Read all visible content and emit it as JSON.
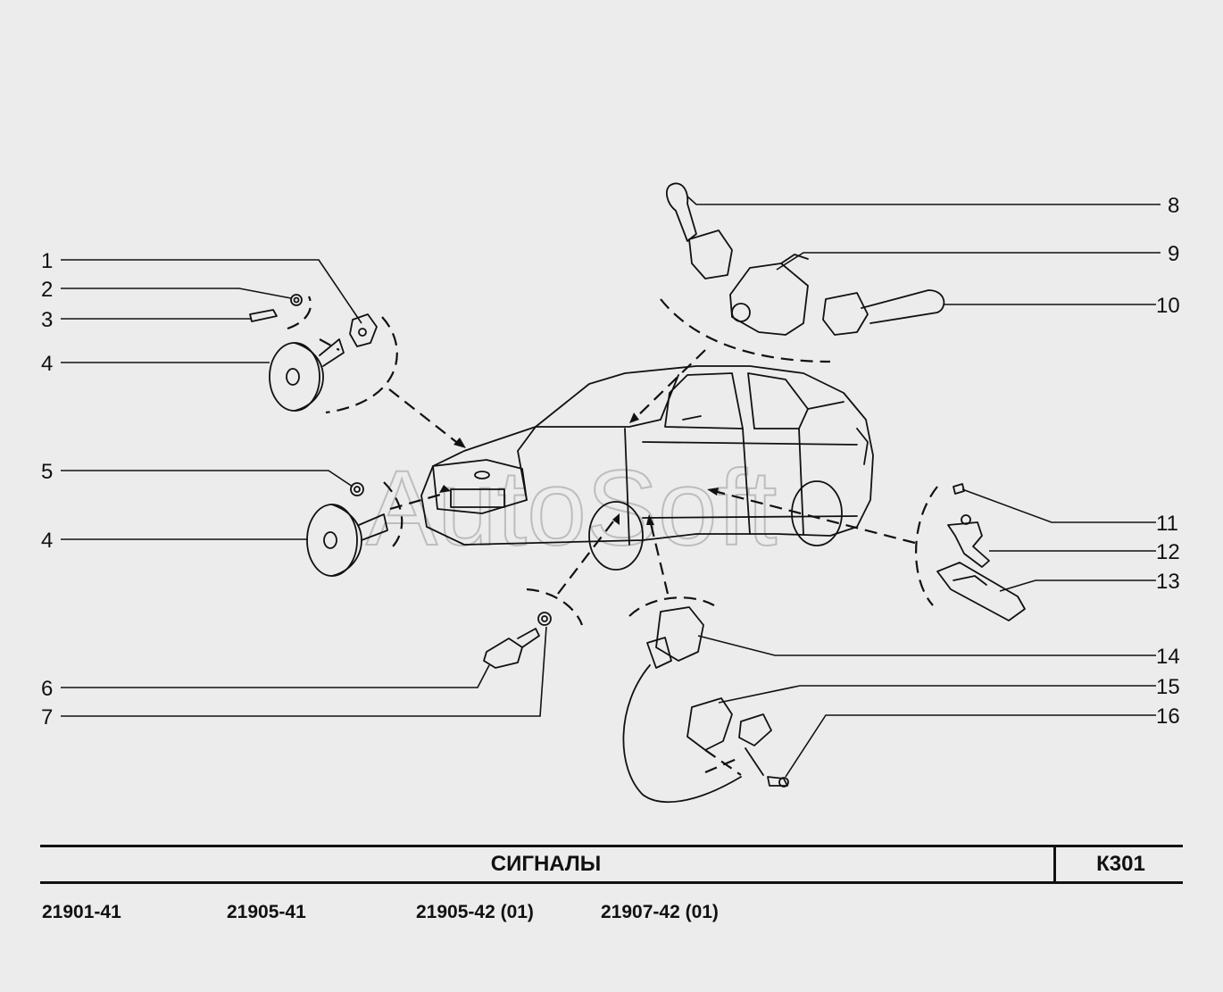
{
  "watermark": "AutoSoft",
  "callouts": {
    "n1": "1",
    "n2": "2",
    "n3": "3",
    "n4a": "4",
    "n5": "5",
    "n4b": "4",
    "n6": "6",
    "n7": "7",
    "n8": "8",
    "n9": "9",
    "n10": "10",
    "n11": "11",
    "n12": "12",
    "n13": "13",
    "n14": "14",
    "n15": "15",
    "n16": "16"
  },
  "title": "СИГНАЛЫ",
  "code": "К301",
  "models": [
    "21901-41",
    "21905-41",
    "21905-42 (01)",
    "21907-42 (01)"
  ],
  "colors": {
    "line": "#111111",
    "background": "#ececec",
    "watermark": "#bdbdbd"
  }
}
